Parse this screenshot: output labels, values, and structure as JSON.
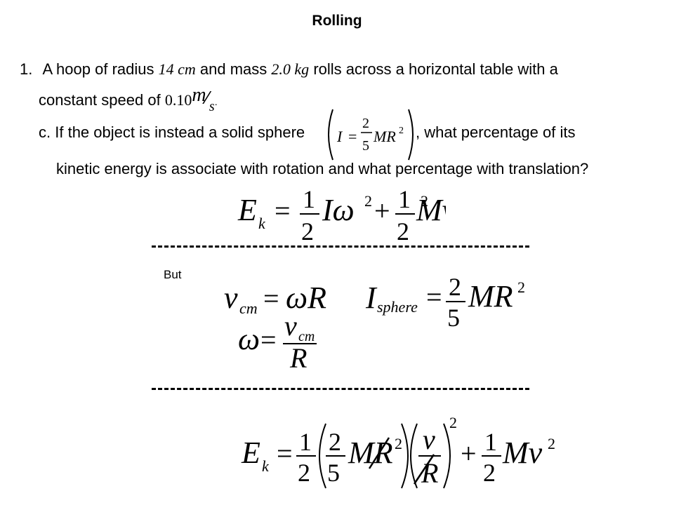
{
  "title": "Rolling",
  "problem": {
    "number": "1.",
    "line1_a": "A hoop of radius",
    "radius": "14 cm",
    "line1_b": "and mass",
    "mass": "2.0 kg",
    "line1_c": "rolls across a horizontal table with a",
    "line2_a": "constant speed of",
    "speed_value": "0.10",
    "speed_unit_num": "m",
    "speed_unit_den": "s",
    "part_label": "c.",
    "part_text_a": "If the object is instead a solid sphere",
    "inertia_lhs": "I",
    "inertia_num": "2",
    "inertia_den": "5",
    "inertia_rhs": "MR",
    "part_text_b": ", what percentage of its",
    "line4": "kinetic energy is associate with rotation and what percentage with translation?"
  },
  "but_label": "But",
  "equations": {
    "ek_lhs": "E",
    "ek_sub": "k",
    "half_num": "1",
    "half_den": "2",
    "i_omega": "Iω",
    "mv": "Mv",
    "sq": "2",
    "vcm_lhs": "v",
    "vcm_sub": "cm",
    "omega_r": "ωR",
    "isphere_lhs": "I",
    "isphere_sub": "sphere",
    "two": "2",
    "five": "5",
    "mr": "MR",
    "omega": "ω",
    "r": "R",
    "v": "v"
  }
}
